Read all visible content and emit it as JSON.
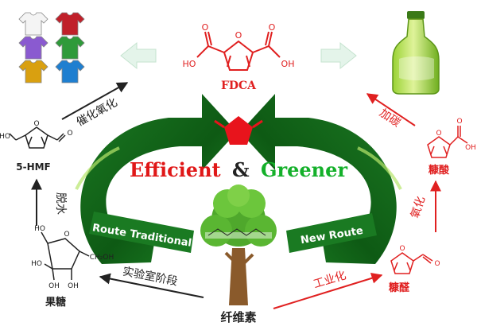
{
  "center": {
    "efficient": "Efficient",
    "amp": "&",
    "greener": "Greener"
  },
  "top": {
    "fdca_label": "FDCA",
    "fdca_ho": "HO",
    "fdca_oh": "OH",
    "fdca_o1": "O",
    "fdca_o2": "O",
    "fdca_o3": "O"
  },
  "left_route": {
    "label": "Route Traditional",
    "hmf_label": "5-HMF",
    "hmf_ho": "HO",
    "hmf_o1": "O",
    "hmf_o2": "O",
    "step_catalytic_oxidation": "催化氧化",
    "step_dehydration": "脱水",
    "step_lab": "实验室阶段",
    "fructose_label": "果糖",
    "fructose_oh_top": "HO",
    "fructose_o": "O",
    "fructose_oh_left": "HO",
    "fructose_oh_a": "OH",
    "fructose_oh_b": "OH",
    "fructose_ch2oh": "CH₂OH"
  },
  "right_route": {
    "label": "New Route",
    "step_carboxylation": "加碳",
    "furoic_label": "糠酸",
    "furoic_oh": "OH",
    "furoic_o1": "O",
    "furoic_o2": "O",
    "step_oxidation": "氧化",
    "furfural_label": "糠醛",
    "furfural_o1": "O",
    "furfural_o2": "O",
    "step_industrial": "工业化"
  },
  "bottom": {
    "cellulose_label": "纤维素"
  },
  "colors": {
    "green_dark": "#0a6b1c",
    "green_light": "#9ad44a",
    "red": "#e02020",
    "text_dark": "#222222"
  }
}
